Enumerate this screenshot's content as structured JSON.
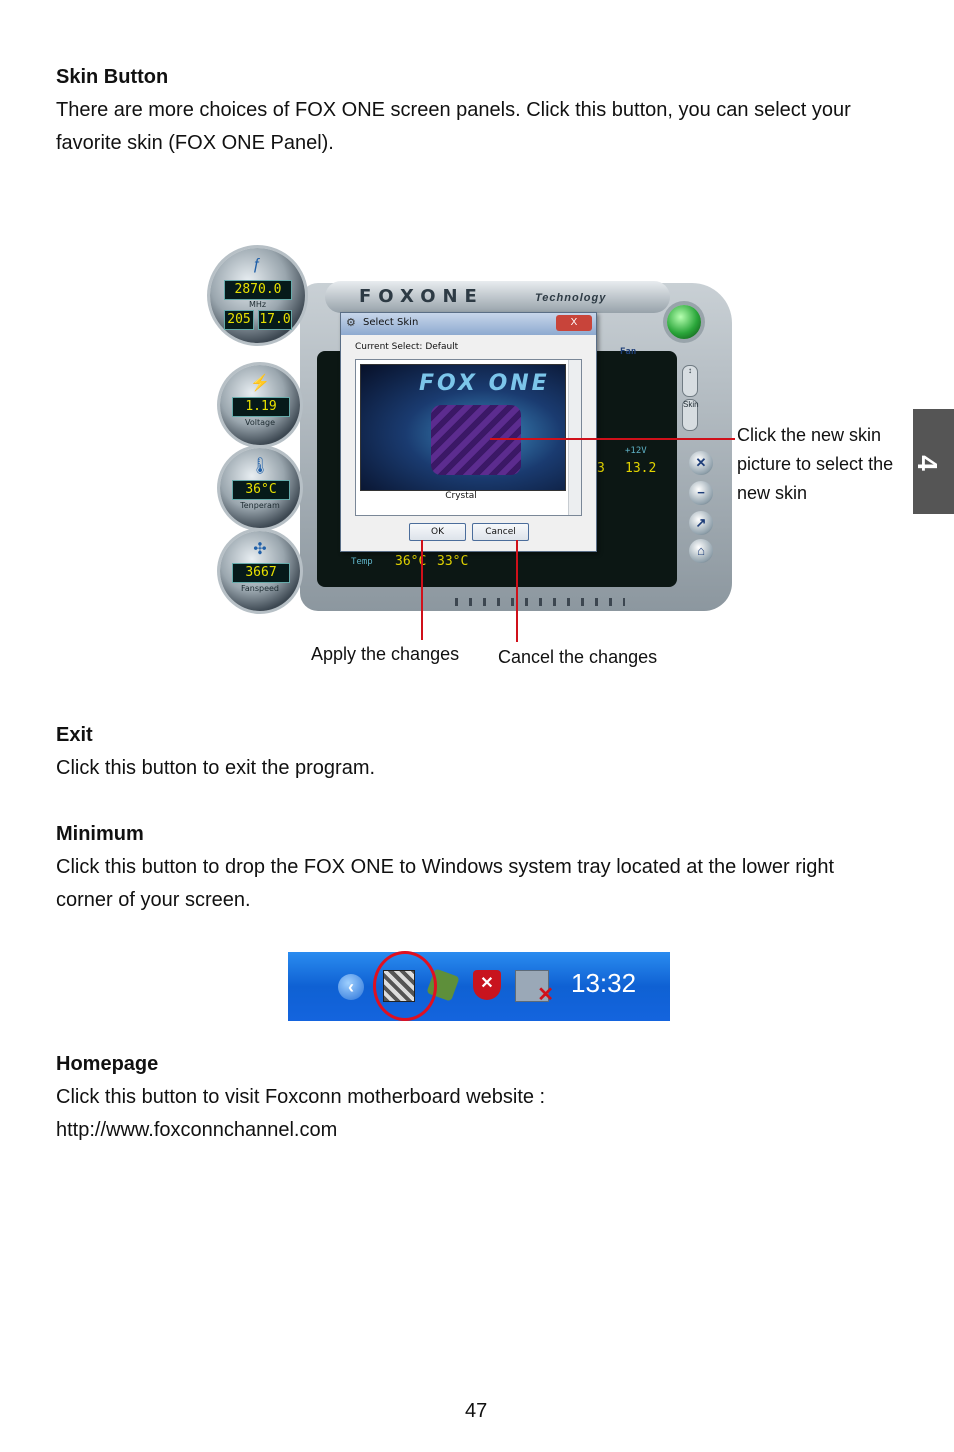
{
  "side_tab": "4",
  "sections": {
    "skin": {
      "heading": "Skin Button",
      "text": "There are more choices of FOX ONE screen panels. Click this button, you can select your favorite skin (FOX ONE Panel)."
    },
    "exit": {
      "heading": "Exit",
      "text": "Click this button to exit the program."
    },
    "minimum": {
      "heading": "Minimum",
      "text": "Click this button to drop the FOX ONE to Windows system tray located at the lower right corner of your screen."
    },
    "homepage": {
      "heading": "Homepage",
      "text": "Click this button to visit Foxconn motherboard website :",
      "url": "http://www.foxconnchannel.com"
    }
  },
  "callouts": {
    "click_skin": "Click the new skin picture to select the new skin",
    "apply": "Apply the changes",
    "cancel": "Cancel the changes"
  },
  "app": {
    "brand": "FOXONE",
    "tech": "Technology",
    "cpu_mhz": "2870.0",
    "cpu_mhz_label": "MHz",
    "fsb": "205",
    "multiplier": "17.0",
    "voltage": "1.19",
    "voltage_label": "Voltage",
    "temperature": "36°C",
    "temperature_label": "Tenperam",
    "fan_speed": "3667",
    "fan_label": "Fanspeed",
    "fan_tab": "Fan",
    "rail_label": "+12V",
    "rail_value_left": "3",
    "rail_value": "13.2",
    "temp_label": "Temp",
    "temp1": "36°C",
    "temp2": "33°C",
    "skin_label": "Skin"
  },
  "dialog": {
    "title": "Select Skin",
    "current": "Current Select: Default",
    "skin_name": "Crystal",
    "ok": "OK",
    "cancel": "Cancel",
    "thumb_logo": "FOX ONE"
  },
  "tray": {
    "time": "13:32"
  },
  "page_number": "47"
}
